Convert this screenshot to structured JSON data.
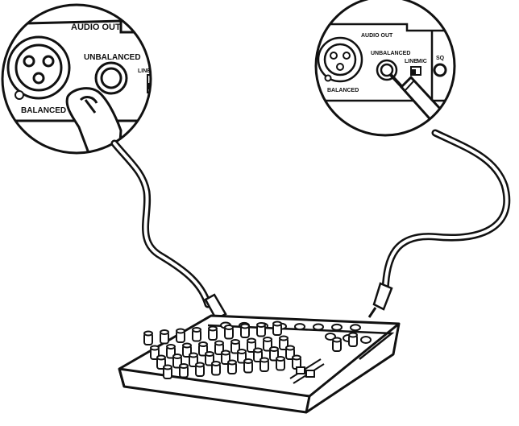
{
  "left_callout": {
    "audio_out_label": "AUDIO OUT",
    "unbalanced_label": "UNBALANCED",
    "balanced_label": "BALANCED",
    "switch_label": "LINE"
  },
  "right_callout": {
    "audio_out_label": "AUDIO OUT",
    "unbalanced_label": "UNBALANCED",
    "balanced_label": "BALANCED",
    "switch_line_label": "LINE",
    "switch_mic_label": "MIC",
    "sq_label": "SQ"
  },
  "colors": {
    "line": "#111111",
    "background": "#ffffff"
  }
}
